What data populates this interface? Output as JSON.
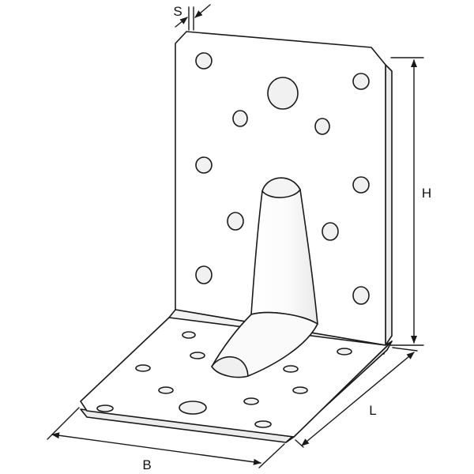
{
  "dimensions": {
    "thickness": "S",
    "height": "H",
    "length": "L",
    "width": "B"
  },
  "colors": {
    "line": "#1a1a1a",
    "metal_face": "#ffffff",
    "metal_edge": "#e4e4e4",
    "hole_fill": "#f1f1f1"
  }
}
